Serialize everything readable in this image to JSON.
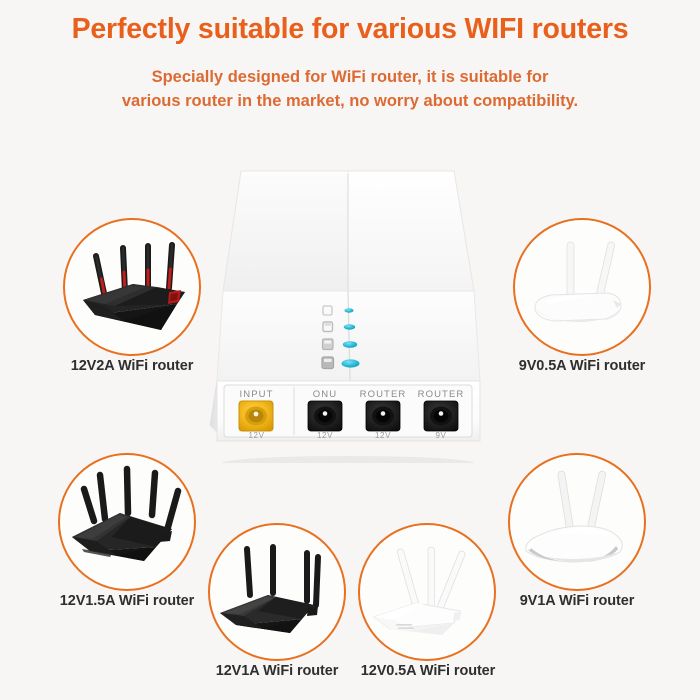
{
  "header": {
    "headline": "Perfectly suitable for various WIFI routers",
    "subline_1": "Specially designed for WiFi router, it is suitable for",
    "subline_2": "various router in the market, no worry about compatibility."
  },
  "colors": {
    "accent_orange": "#e8601c",
    "subtitle_orange": "#dd6a33",
    "ring_orange": "#e8701f",
    "background": "#f7f6f4",
    "led_cyan": "#2bbcd8",
    "input_jack_yellow": "#f0b31b",
    "port_jack_black": "#1d1d1d",
    "caption_text": "#2f2f2f"
  },
  "device": {
    "name": "power-splitter-box",
    "leds": [
      {
        "id": "led-1",
        "icon": "square-outline-icon",
        "state": "on"
      },
      {
        "id": "led-2",
        "icon": "square-outline-icon",
        "state": "on"
      },
      {
        "id": "led-3",
        "icon": "square-filled-icon",
        "state": "on"
      },
      {
        "id": "led-4",
        "icon": "square-filled-icon",
        "state": "on"
      }
    ],
    "ports": [
      {
        "name": "INPUT",
        "voltage": "12V",
        "jack": "yellow"
      },
      {
        "name": "ONU",
        "voltage": "12V",
        "jack": "black"
      },
      {
        "name": "ROUTER",
        "voltage": "12V",
        "jack": "black"
      },
      {
        "name": "ROUTER",
        "voltage": "9V",
        "jack": "black"
      }
    ]
  },
  "routers": [
    {
      "id": "router-12v2a",
      "caption": "12V2A WiFi router",
      "style": "black-gaming-4-antenna",
      "position": "top-left"
    },
    {
      "id": "router-9v05a",
      "caption": "9V0.5A WiFi router",
      "style": "white-2-antenna",
      "position": "top-right"
    },
    {
      "id": "router-12v15a",
      "caption": "12V1.5A WiFi router",
      "style": "black-angular-5-antenna",
      "position": "middle-left"
    },
    {
      "id": "router-9v1a",
      "caption": "9V1A WiFi router",
      "style": "white-curved-2-antenna",
      "position": "middle-right"
    },
    {
      "id": "router-12v1a",
      "caption": "12V1A WiFi router",
      "style": "black-flat-4-antenna",
      "position": "bottom-left-center"
    },
    {
      "id": "router-12v05a",
      "caption": "12V0.5A WiFi router",
      "style": "white-3-antenna",
      "position": "bottom-right-center"
    }
  ]
}
